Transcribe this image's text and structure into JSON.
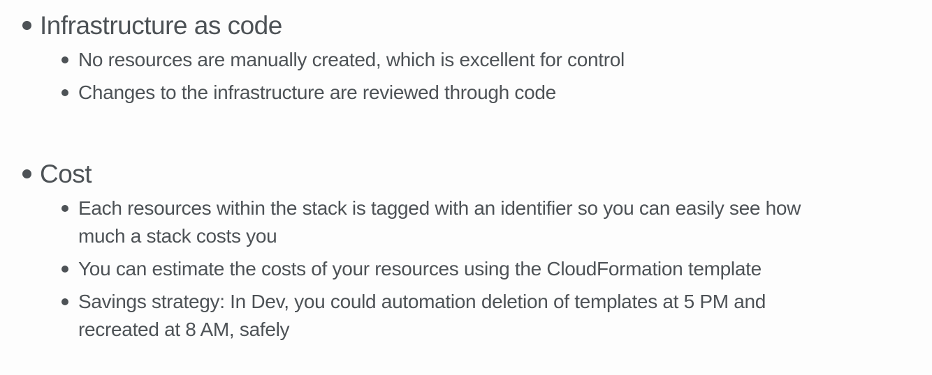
{
  "slide": {
    "background": "#fdfdfd",
    "text_color": "#4d5256",
    "bullet_glyph": "•",
    "sections": [
      {
        "title": "Infrastructure as code",
        "items": [
          {
            "lines": [
              "No resources are manually created, which is excellent for control"
            ]
          },
          {
            "lines": [
              "Changes to the infrastructure are reviewed through code"
            ]
          }
        ]
      },
      {
        "title": "Cost",
        "items": [
          {
            "lines": [
              "Each resources within the stack is tagged with an identifier so you can easily see how",
              "much a stack costs you"
            ]
          },
          {
            "lines": [
              "You can estimate the costs of your resources using the CloudFormation template"
            ]
          },
          {
            "lines": [
              "Savings strategy: In Dev, you could automation deletion of templates at 5 PM and",
              "recreated at 8 AM, safely"
            ]
          }
        ]
      }
    ]
  }
}
